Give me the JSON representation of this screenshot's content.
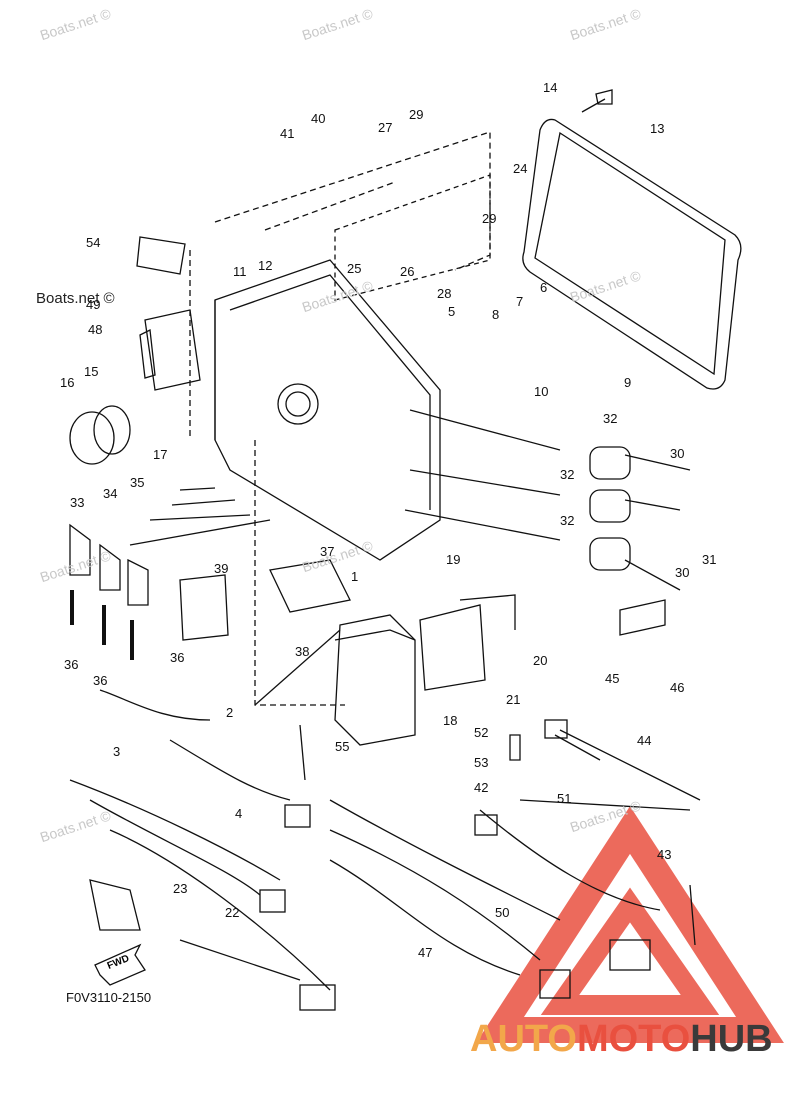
{
  "diagram": {
    "part_numbers": [
      "1",
      "2",
      "3",
      "4",
      "5",
      "6",
      "7",
      "8",
      "9",
      "10",
      "11",
      "12",
      "13",
      "14",
      "15",
      "16",
      "17",
      "18",
      "19",
      "20",
      "21",
      "22",
      "23",
      "24",
      "25",
      "26",
      "27",
      "28",
      "29",
      "30",
      "31",
      "32",
      "33",
      "34",
      "35",
      "36",
      "37",
      "38",
      "39",
      "40",
      "41",
      "42",
      "43",
      "44",
      "45",
      "46",
      "47",
      "48",
      "49",
      "50",
      "51",
      "52",
      "53",
      "54",
      "55"
    ],
    "callouts": [
      {
        "id": "c14",
        "text": "14"
      },
      {
        "id": "c13",
        "text": "13"
      },
      {
        "id": "c40",
        "text": "40"
      },
      {
        "id": "c41",
        "text": "41"
      },
      {
        "id": "c27",
        "text": "27"
      },
      {
        "id": "c29a",
        "text": "29"
      },
      {
        "id": "c24",
        "text": "24"
      },
      {
        "id": "c29b",
        "text": "29"
      },
      {
        "id": "c54",
        "text": "54"
      },
      {
        "id": "c11",
        "text": "11"
      },
      {
        "id": "c12",
        "text": "12"
      },
      {
        "id": "c25",
        "text": "25"
      },
      {
        "id": "c26",
        "text": "26"
      },
      {
        "id": "c28",
        "text": "28"
      },
      {
        "id": "c7",
        "text": "7"
      },
      {
        "id": "c6",
        "text": "6"
      },
      {
        "id": "c8",
        "text": "8"
      },
      {
        "id": "c5",
        "text": "5"
      },
      {
        "id": "c49",
        "text": "49"
      },
      {
        "id": "c48",
        "text": "48"
      },
      {
        "id": "c16",
        "text": "16"
      },
      {
        "id": "c15",
        "text": "15"
      },
      {
        "id": "c17",
        "text": "17"
      },
      {
        "id": "c10",
        "text": "10"
      },
      {
        "id": "c9",
        "text": "9"
      },
      {
        "id": "c32a",
        "text": "32"
      },
      {
        "id": "c30a",
        "text": "30"
      },
      {
        "id": "c32b",
        "text": "32"
      },
      {
        "id": "c32c",
        "text": "32"
      },
      {
        "id": "c31",
        "text": "31"
      },
      {
        "id": "c30b",
        "text": "30"
      },
      {
        "id": "c33",
        "text": "33"
      },
      {
        "id": "c34",
        "text": "34"
      },
      {
        "id": "c35",
        "text": "35"
      },
      {
        "id": "c37",
        "text": "37"
      },
      {
        "id": "c39",
        "text": "39"
      },
      {
        "id": "c1",
        "text": "1"
      },
      {
        "id": "c19",
        "text": "19"
      },
      {
        "id": "c36a",
        "text": "36"
      },
      {
        "id": "c36b",
        "text": "36"
      },
      {
        "id": "c36c",
        "text": "36"
      },
      {
        "id": "c38",
        "text": "38"
      },
      {
        "id": "c20",
        "text": "20"
      },
      {
        "id": "c21",
        "text": "21"
      },
      {
        "id": "c45",
        "text": "45"
      },
      {
        "id": "c46",
        "text": "46"
      },
      {
        "id": "c18",
        "text": "18"
      },
      {
        "id": "c2",
        "text": "2"
      },
      {
        "id": "c55",
        "text": "55"
      },
      {
        "id": "c52",
        "text": "52"
      },
      {
        "id": "c44",
        "text": "44"
      },
      {
        "id": "c3",
        "text": "3"
      },
      {
        "id": "c53",
        "text": "53"
      },
      {
        "id": "c42",
        "text": "42"
      },
      {
        "id": "c51",
        "text": "51"
      },
      {
        "id": "c4",
        "text": "4"
      },
      {
        "id": "c43",
        "text": "43"
      },
      {
        "id": "c23",
        "text": "23"
      },
      {
        "id": "c22",
        "text": "22"
      },
      {
        "id": "c50",
        "text": "50"
      },
      {
        "id": "c47",
        "text": "47"
      }
    ],
    "diagram_code": "F0V3110-2150",
    "fwd_label": "FWD"
  },
  "watermarks": {
    "text": "Boats.net ©",
    "dark_text": "Boats.net ©"
  },
  "brand": {
    "part1": "AUTO",
    "part2": "MOTO",
    "part3": "HUB",
    "colors": {
      "auto": "#f2a74a",
      "moto": "#e9503f",
      "hub": "#3a3a3a",
      "triangle": "#e9503f"
    }
  }
}
